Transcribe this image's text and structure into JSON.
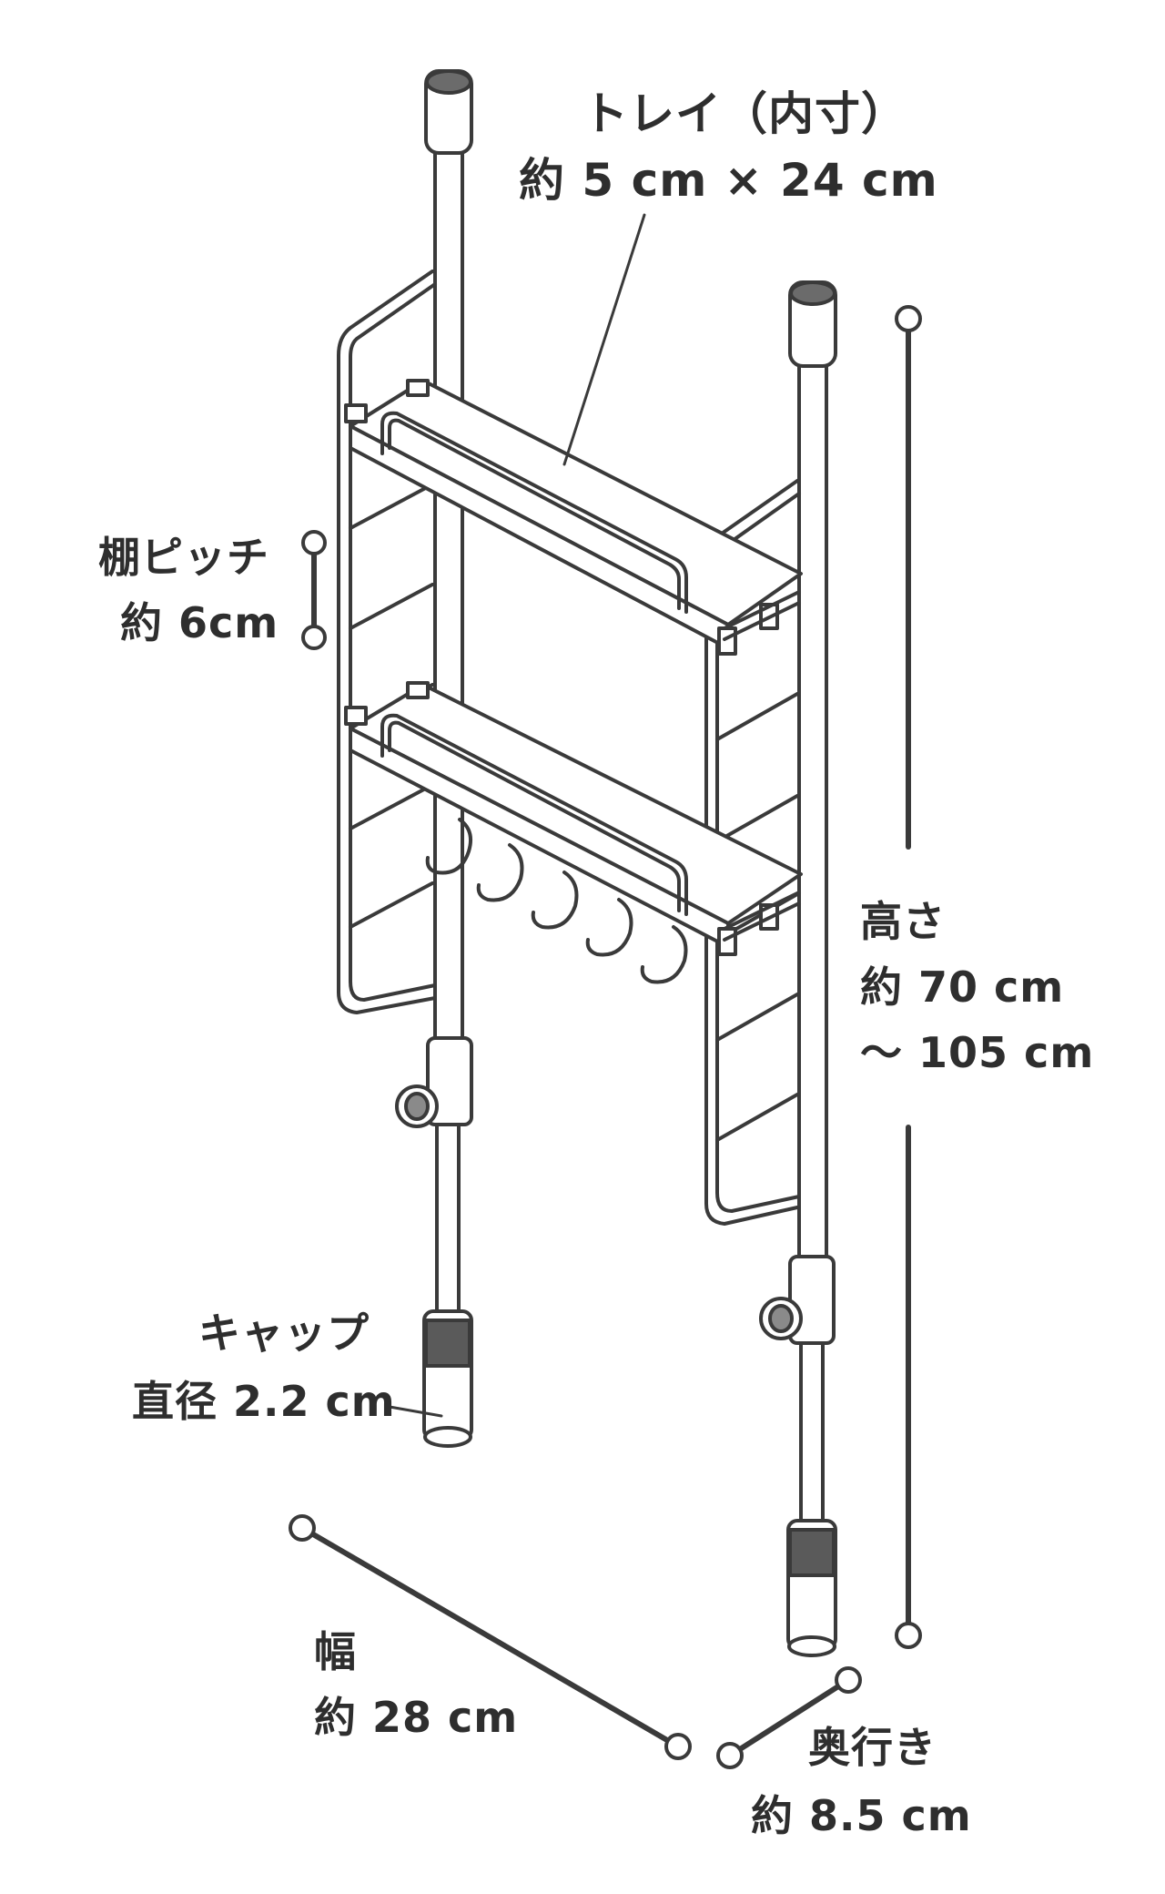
{
  "labels": {
    "tray_title": "トレイ（内寸）",
    "tray_size": "約 5 cm × 24 cm",
    "pitch_title": "棚ピッチ",
    "pitch_size": "約 6cm",
    "height_title": "高さ",
    "height_min": "約 70 cm",
    "height_max": "～ 105 cm",
    "cap_title": "キャップ",
    "cap_size": "直径 2.2 cm",
    "width_title": "幅",
    "width_size": "約 28 cm",
    "depth_title": "奥行き",
    "depth_size": "約 8.5 cm"
  },
  "colors": {
    "line": "#3a3a3a",
    "dark_fill": "#5a5a5a",
    "text": "#2e2e2e"
  }
}
